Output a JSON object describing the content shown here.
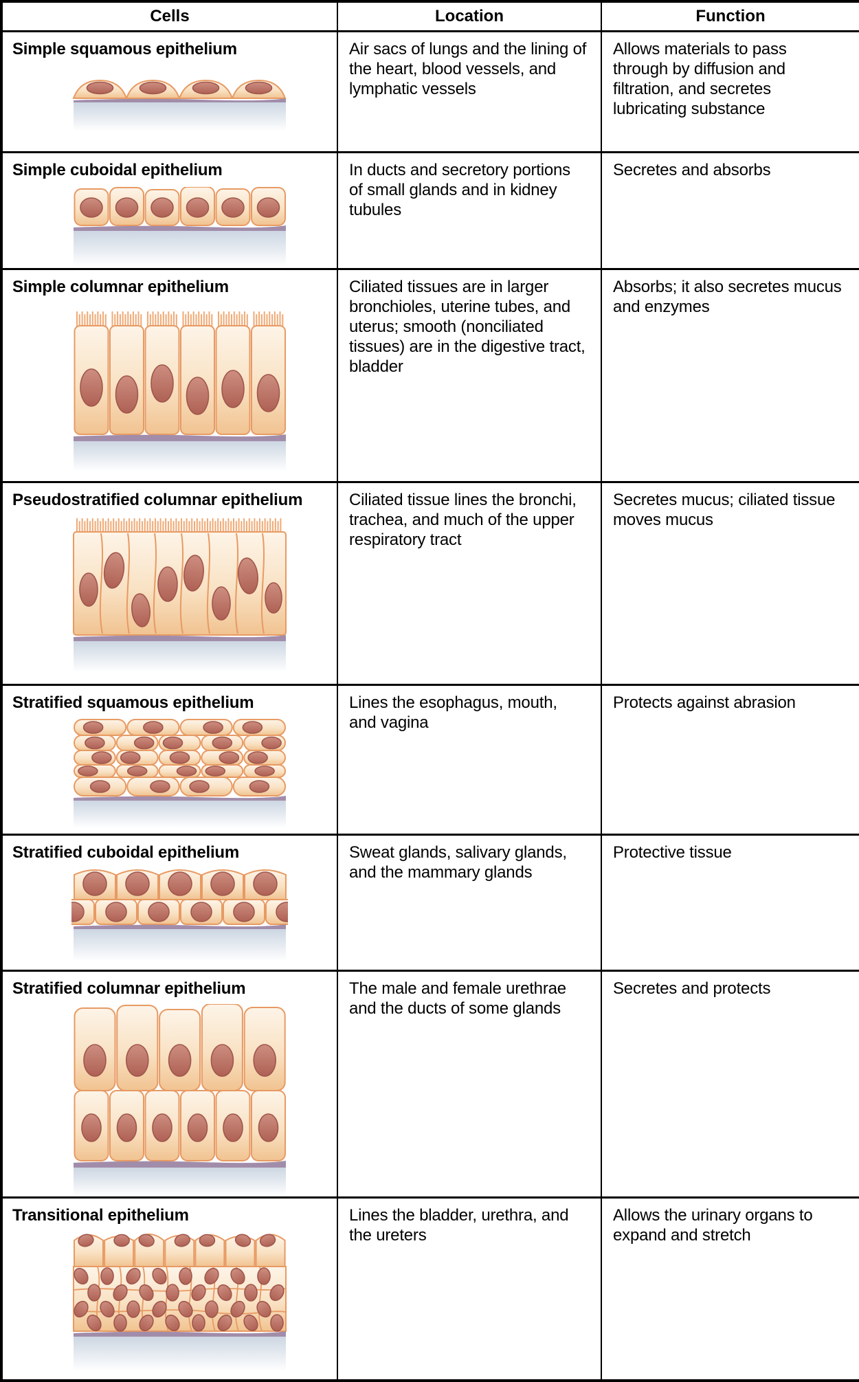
{
  "table": {
    "headers": [
      "Cells",
      "Location",
      "Function"
    ],
    "rows": [
      {
        "cell_type": "Simple squamous epithelium",
        "illustration": "simple-squamous-epithelium-illustration",
        "location": "Air sacs of lungs and the lining of the heart, blood vessels, and lymphatic vessels",
        "function": "Allows materials to pass through by diffusion and filtration, and secretes lubricating substance"
      },
      {
        "cell_type": "Simple cuboidal epithelium",
        "illustration": "simple-cuboidal-epithelium-illustration",
        "location": "In ducts and secretory portions of small glands and in kidney tubules",
        "function": "Secretes and absorbs"
      },
      {
        "cell_type": "Simple columnar epithelium",
        "illustration": "simple-columnar-epithelium-illustration",
        "location": "Ciliated tissues are in larger bronchioles, uterine tubes, and uterus; smooth (nonciliated tissues) are in the digestive tract, bladder",
        "function": "Absorbs; it also secretes mucus and enzymes"
      },
      {
        "cell_type": "Pseudostratified columnar epithelium",
        "illustration": "pseudostratified-columnar-epithelium-illustration",
        "location": "Ciliated tissue lines the bronchi, trachea, and much of the upper respiratory tract",
        "function": "Secretes mucus; ciliated tissue moves mucus"
      },
      {
        "cell_type": "Stratified squamous epithelium",
        "illustration": "stratified-squamous-epithelium-illustration",
        "location": "Lines the esophagus, mouth, and vagina",
        "function": "Protects against abrasion"
      },
      {
        "cell_type": "Stratified cuboidal epithelium",
        "illustration": "stratified-cuboidal-epithelium-illustration",
        "location": "Sweat glands, salivary glands, and the mammary glands",
        "function": "Protective tissue"
      },
      {
        "cell_type": "Stratified columnar epithelium",
        "illustration": "stratified-columnar-epithelium-illustration",
        "location": "The male and female urethrae and the ducts of some glands",
        "function": "Secretes and protects"
      },
      {
        "cell_type": "Transitional epithelium",
        "illustration": "transitional-epithelium-illustration",
        "location": "Lines the bladder, urethra, and the ureters",
        "function": "Allows the urinary organs to expand and stretch"
      }
    ],
    "colors": {
      "border": "#000000",
      "text": "#000000",
      "cell_fill": "#f9e2c4",
      "cell_outline": "#e79a63",
      "cilia": "#f0ac79",
      "nucleus_fill": "#b26655",
      "nucleus_outline": "#a0564b",
      "basement_membrane": "#a18daa",
      "shadow": "#ccd6e2"
    }
  }
}
